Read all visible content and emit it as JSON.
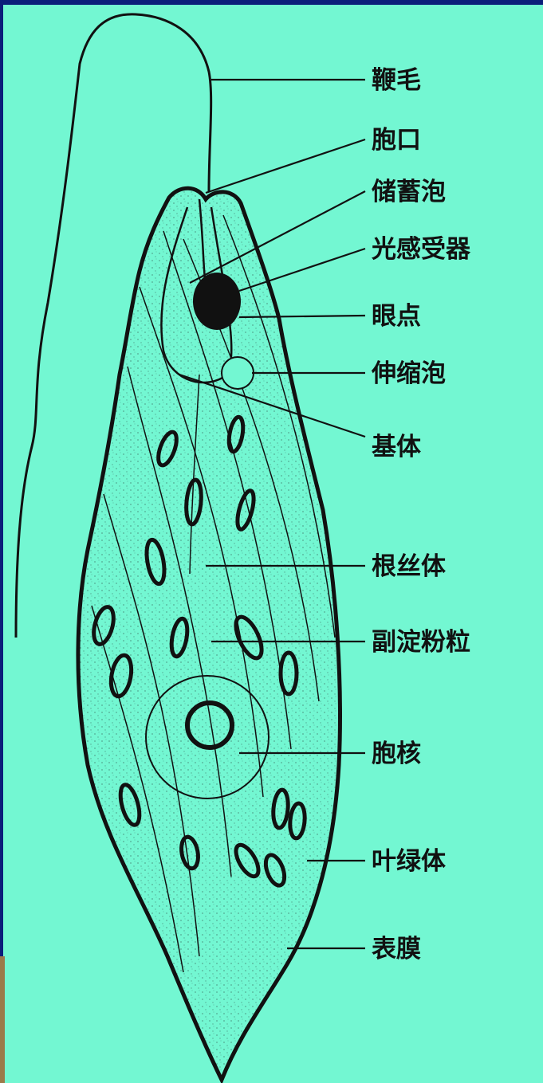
{
  "colors": {
    "background": "#73f7d2",
    "frame": "#0b1f7a",
    "ink": "#111111"
  },
  "labels": {
    "flagellum": "鞭毛",
    "cytostome": "胞口",
    "reservoir": "储蓄泡",
    "photoreceptor": "光感受器",
    "eyespot": "眼点",
    "contractile_vacuole": "伸缩泡",
    "basal_body": "基体",
    "rhizoplast": "根丝体",
    "paramylon": "副淀粉粒",
    "nucleus": "胞核",
    "chloroplast": "叶绿体",
    "pellicle": "表膜"
  }
}
